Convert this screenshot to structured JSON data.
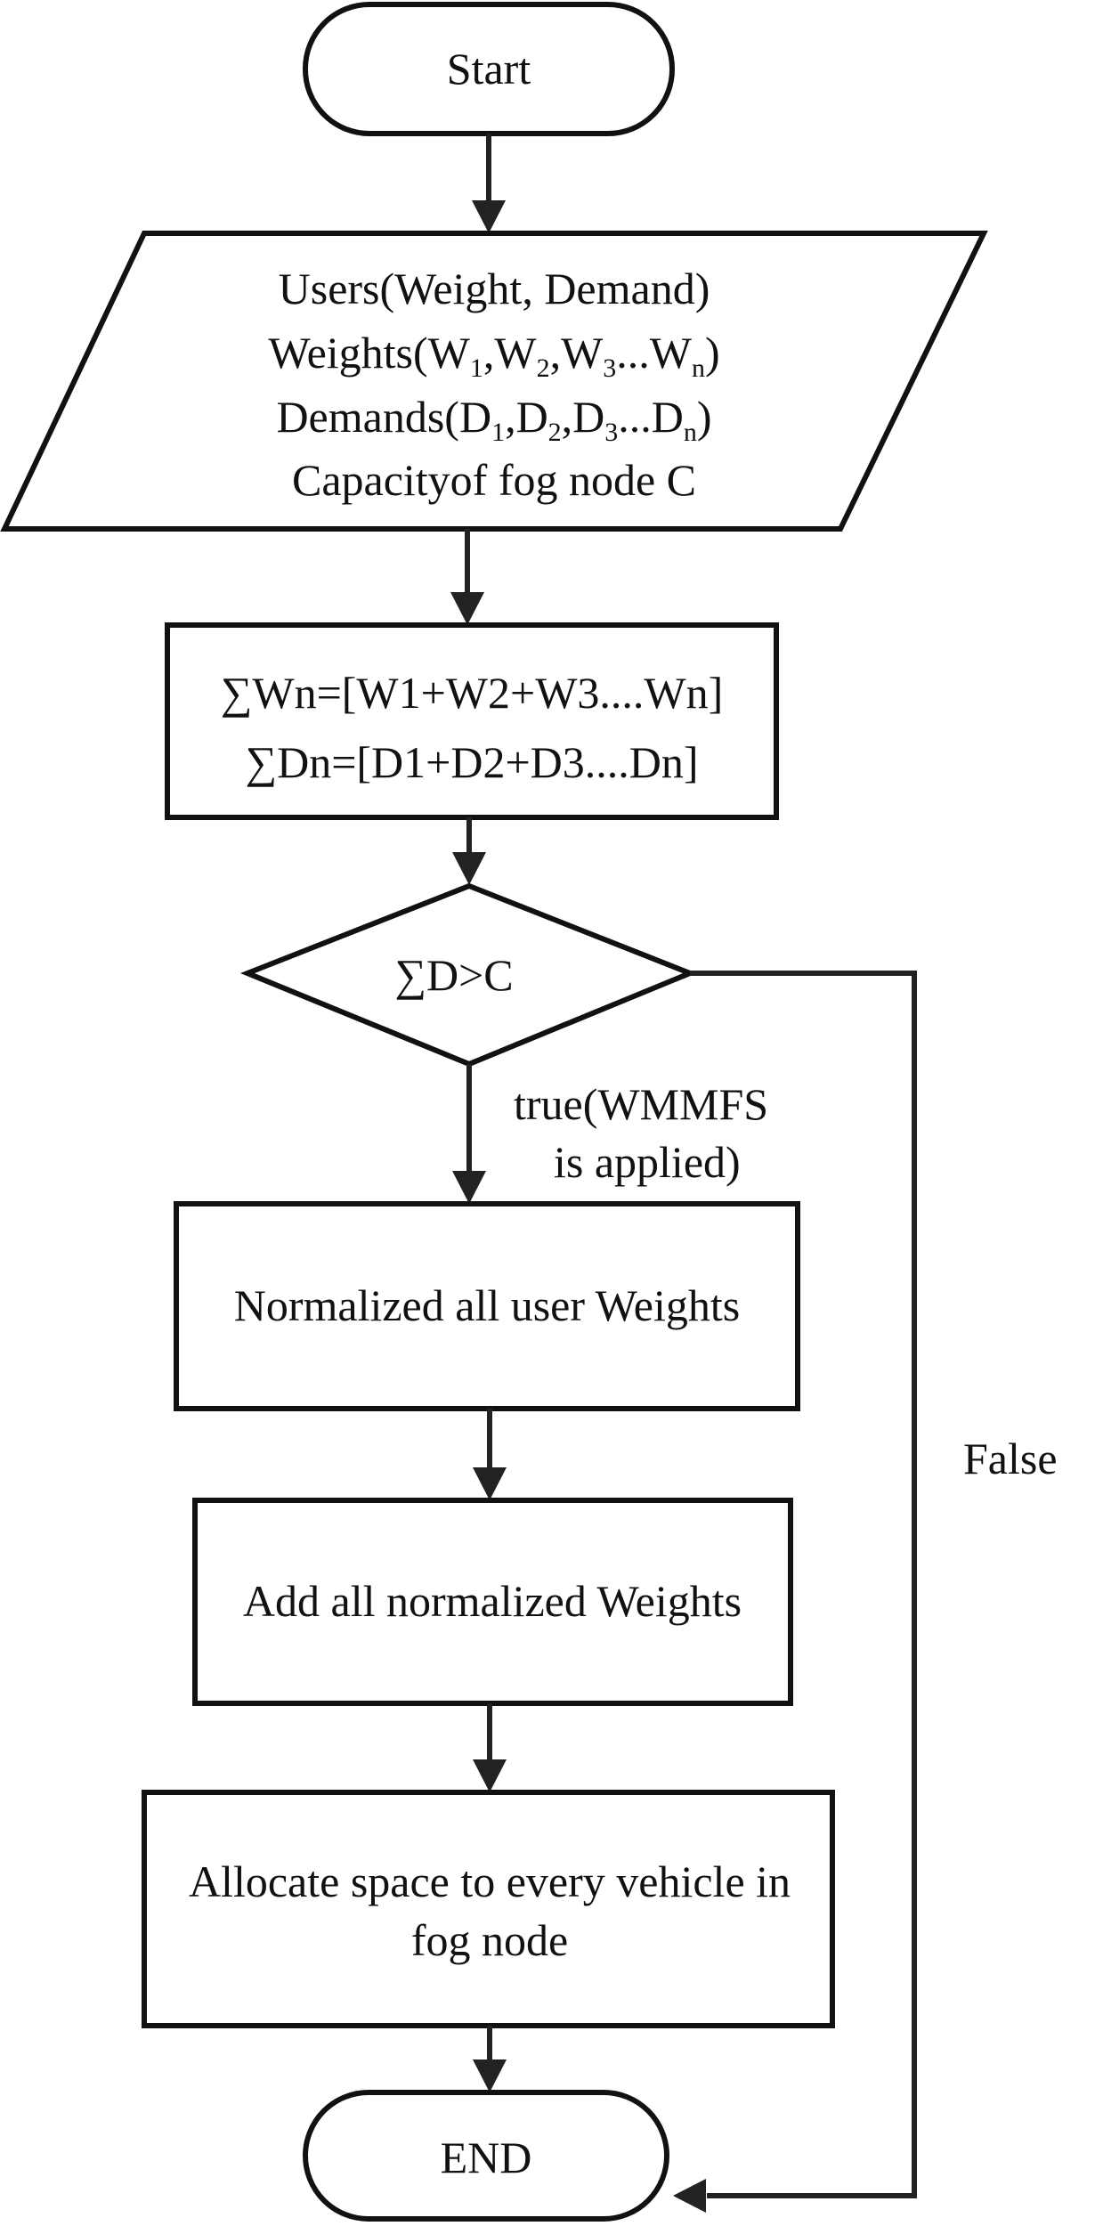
{
  "flowchart": {
    "start": {
      "label": "Start"
    },
    "input": {
      "line1": "Users(Weight, Demand)",
      "line2": {
        "prefix": "Weights(",
        "terms": [
          {
            "base": "W",
            "sub": "1",
            "sep": ","
          },
          {
            "base": "W",
            "sub": "2",
            "sep": ","
          },
          {
            "base": "W",
            "sub": "3",
            "sep": "..."
          },
          {
            "base": "W",
            "sub": "n",
            "sep": ")"
          }
        ]
      },
      "line3": {
        "prefix": "Demands(",
        "terms": [
          {
            "base": "D",
            "sub": "1",
            "sep": ","
          },
          {
            "base": "D",
            "sub": "2",
            "sep": ","
          },
          {
            "base": "D",
            "sub": "3",
            "sep": "..."
          },
          {
            "base": "D",
            "sub": "n",
            "sep": ")"
          }
        ]
      },
      "line4": "Capacityof fog node C"
    },
    "sum_process": {
      "line1": "∑Wn=[W1+W2+W3....Wn]",
      "line2": "∑Dn=[D1+D2+D3....Dn]"
    },
    "decision": {
      "label": "∑D>C"
    },
    "true_branch": {
      "line1": "true(WMMFS",
      "line2": "is applied)"
    },
    "false_branch": {
      "label": "False"
    },
    "normalize": {
      "label": "Normalized all user Weights"
    },
    "add_weights": {
      "label": "Add all normalized Weights"
    },
    "allocate": {
      "line1": "Allocate space to every vehicle in",
      "line2": "fog node"
    },
    "end": {
      "label": "END"
    }
  }
}
